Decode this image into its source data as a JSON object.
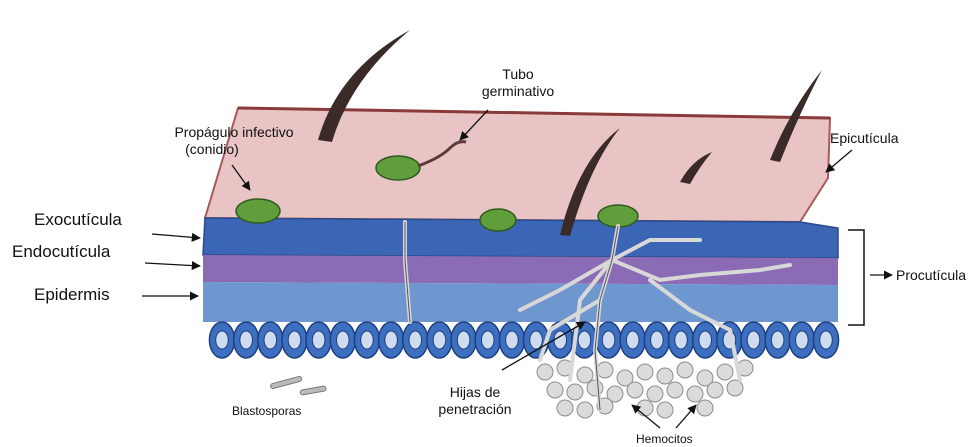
{
  "labels": {
    "exocuticula": "Exocutícula",
    "endocuticula": "Endocutícula",
    "epidermis": "Epidermis",
    "propagulo_line1": "Propágulo infectivo",
    "propagulo_line2": "(conidio)",
    "tubo_line1": "Tubo",
    "tubo_line2": "germinativo",
    "epicuticula": "Epicutícula",
    "procuticula": "Procutícula",
    "blastosporas": "Blastosporas",
    "hijas_line1": "Hijas de",
    "hijas_line2": "penetración",
    "hemocitos": "Hemocitos"
  },
  "colors": {
    "epicuticle": "#e8c4c4",
    "epicuticle_edge": "#a85a5a",
    "exocuticle": "#3a66b5",
    "endocuticle": "#8b6bb5",
    "epidermis": "#6f97cf",
    "cell": "#3d6fc0",
    "conidium": "#5f9e3b",
    "hyphae": "#e6e6e6",
    "hair": "#3a2a28"
  }
}
